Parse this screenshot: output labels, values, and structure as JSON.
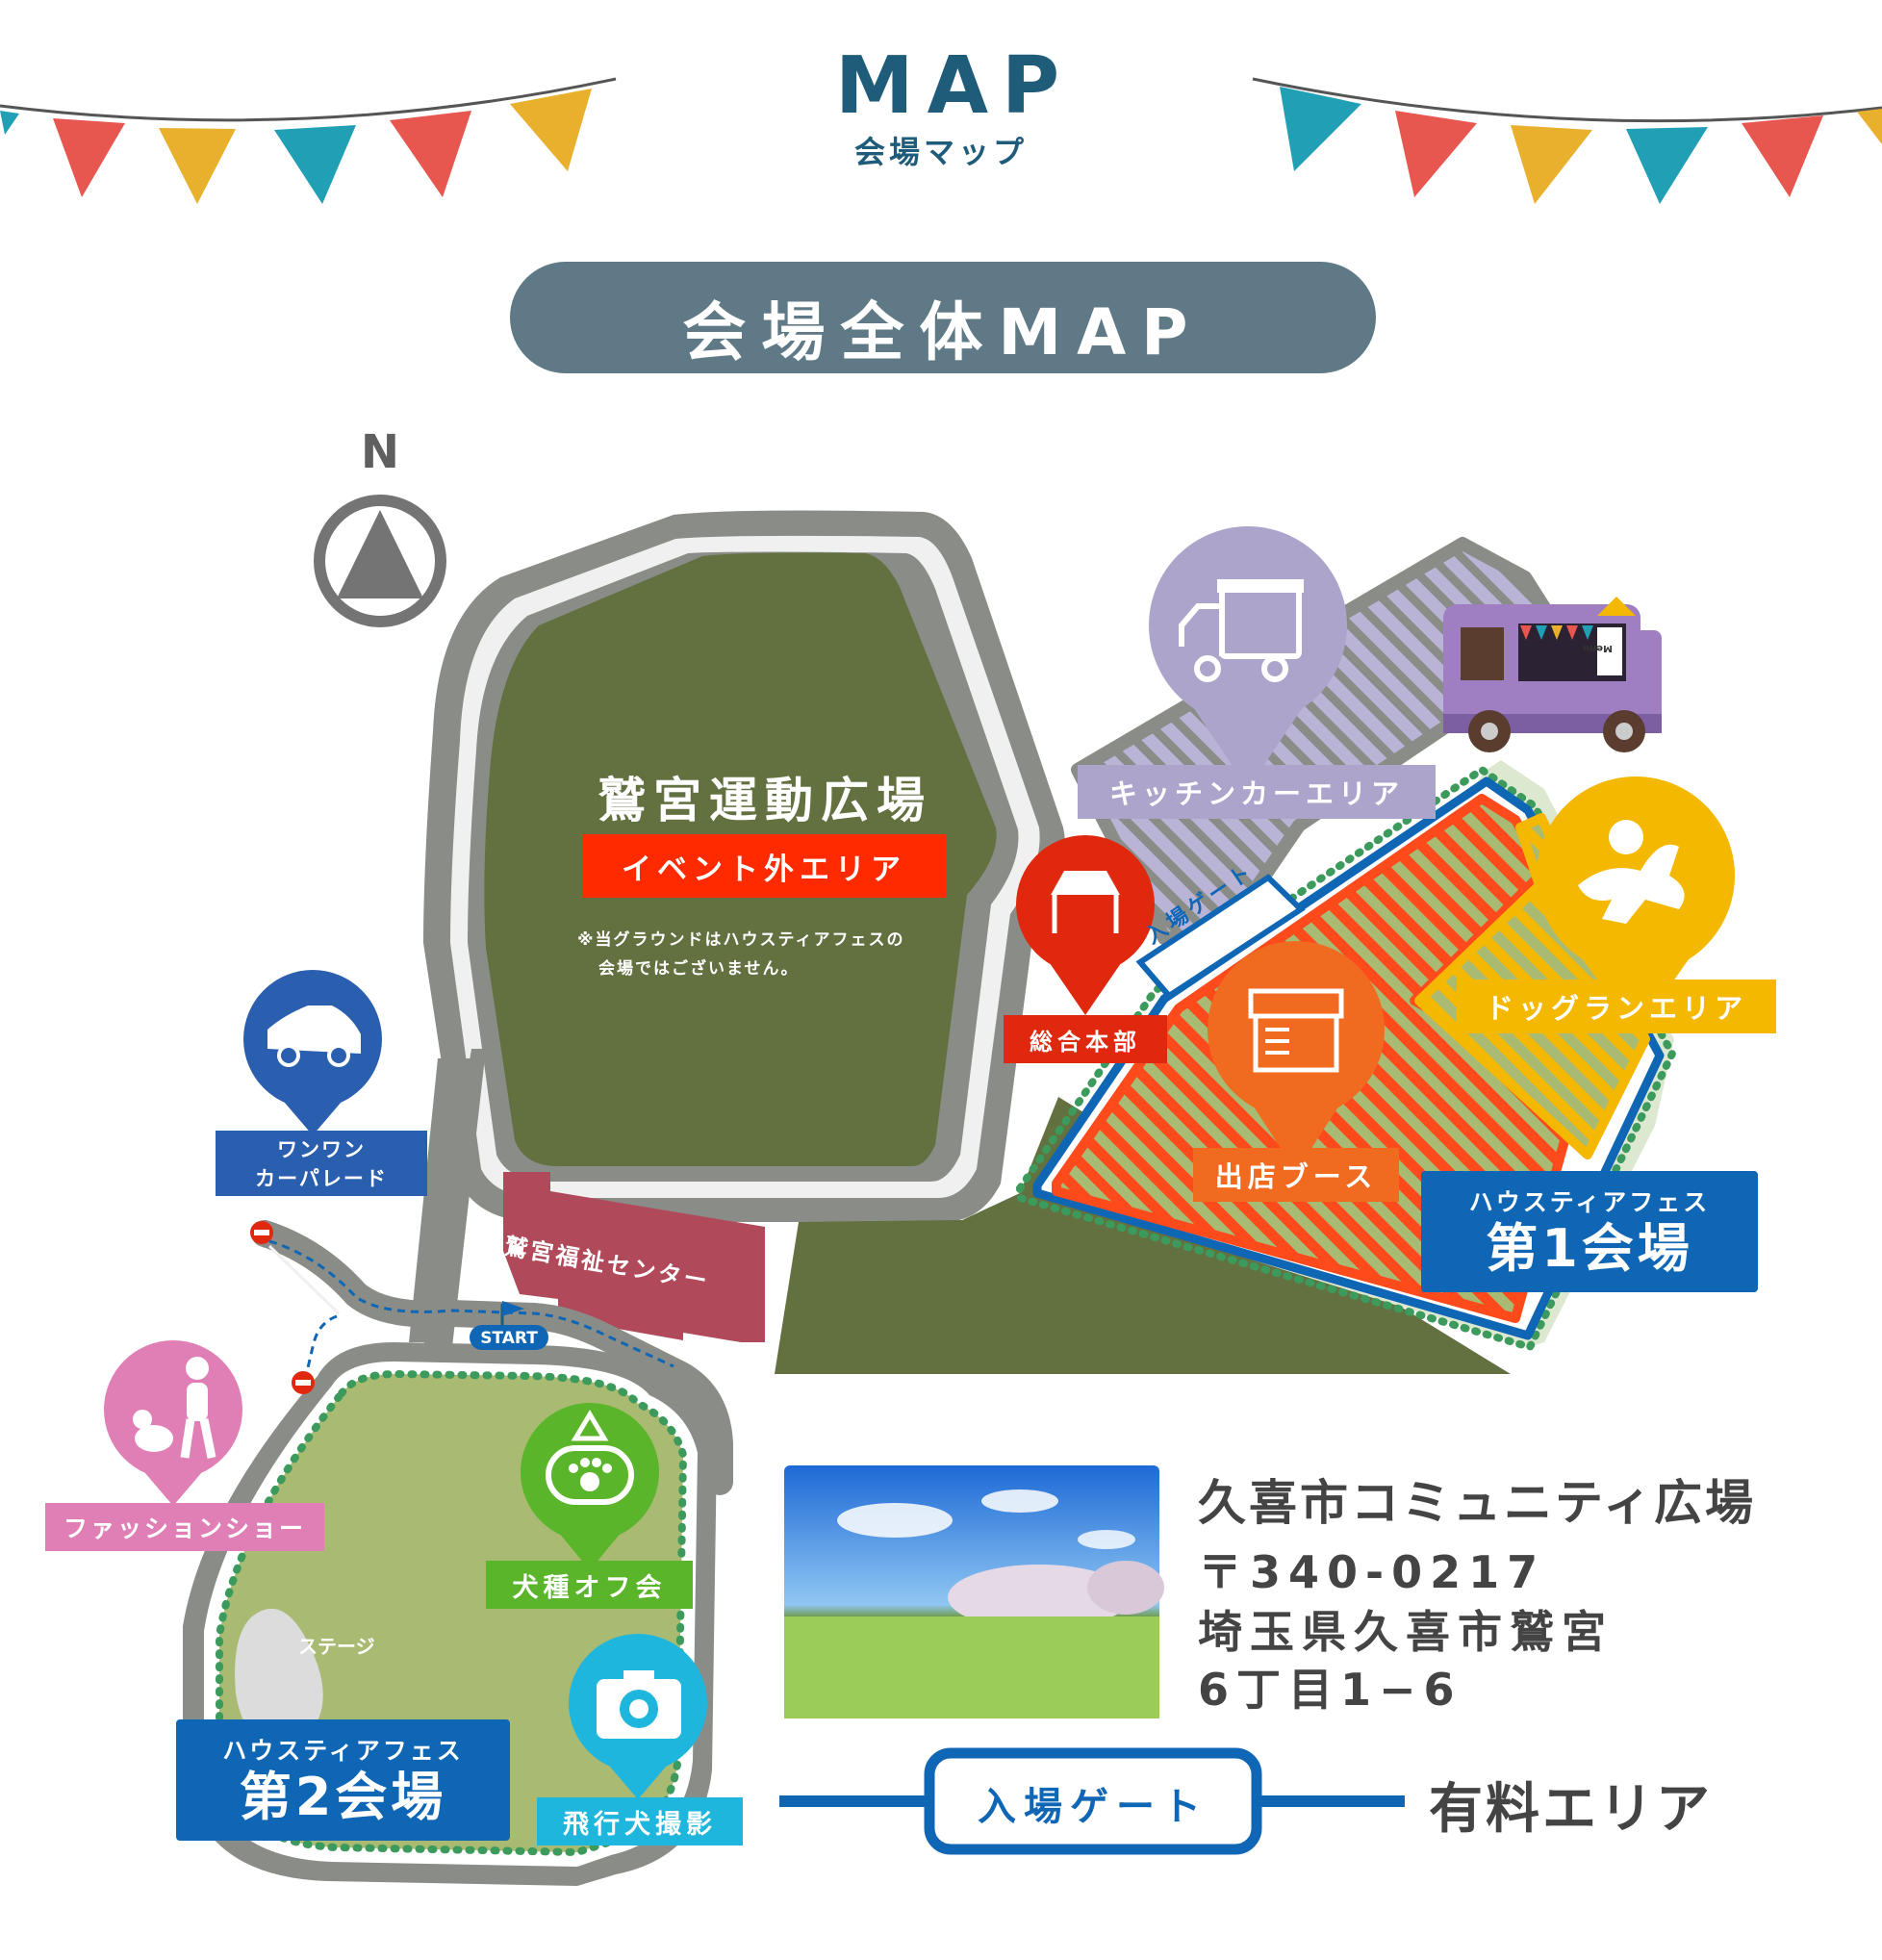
{
  "header": {
    "title": "MAP",
    "subtitle": "会場マップ",
    "banner": "会場全体MAP"
  },
  "compass": {
    "label": "N"
  },
  "areas": {
    "sports_ground": {
      "name": "鷲宮運動広場",
      "badge": "イベント外エリア",
      "note_line1": "※当グラウンドはハウスティアフェスの",
      "note_line2": "会場ではございません。"
    },
    "welfare_center": "鷲宮福祉センター",
    "kitchen_car": "キッチンカーエリア",
    "dog_run": "ドッグランエリア",
    "headquarters": "総合本部",
    "booths": "出店ブース",
    "entrance_gate_diag": "入場ゲート",
    "venue1": {
      "line1": "ハウスティアフェス",
      "line2": "第1会場"
    },
    "car_parade": {
      "line1": "ワンワン",
      "line2": "カーパレード"
    },
    "start": "START",
    "fashion_show": "ファッションショー",
    "off_meeting": "犬種オフ会",
    "stage": "ステージ",
    "venue2": {
      "line1": "ハウスティアフェス",
      "line2": "第2会場"
    },
    "flying_dog": "飛行犬撮影",
    "menu_sign": "Menu"
  },
  "info": {
    "venue_name": "久喜市コミュニティ広場",
    "postal": "〒340-0217",
    "address1": "埼玉県久喜市鷲宮",
    "address2": "6丁目1−6"
  },
  "legend": {
    "gate_label": "入場ゲート",
    "paid_area": "有料エリア"
  },
  "colors": {
    "navy": "#1f5c7a",
    "banner_bg": "#5f7a86",
    "grass_dark": "#637040",
    "grass_light": "#a9ba72",
    "road": "#8a8c87",
    "red_orange": "#ff4a1c",
    "blue": "#0f66b5",
    "yellow": "#f5b800",
    "lavender": "#ada4cc",
    "pink": "#e07fb5",
    "green": "#5ab52a",
    "cyan": "#1fb6dd",
    "hq_red": "#e0280e",
    "booth_orange": "#f06a1f",
    "welfare": "#b04a5a",
    "text_gray": "#444444"
  }
}
